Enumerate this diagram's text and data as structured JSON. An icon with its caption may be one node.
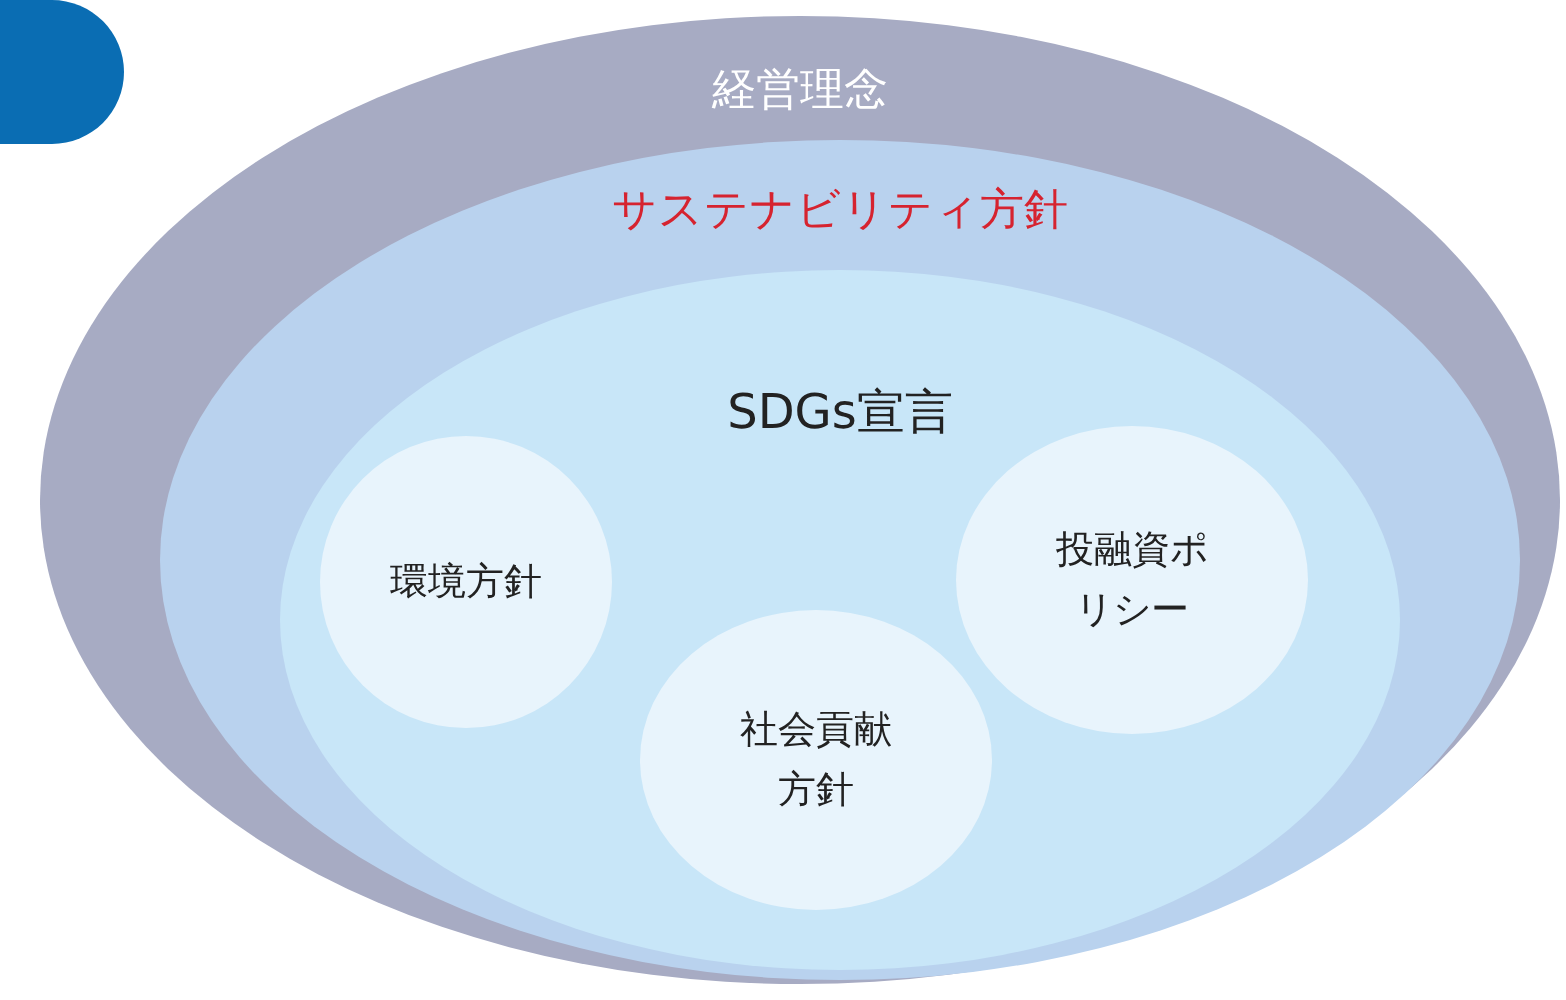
{
  "diagram": {
    "nodes": [
      {
        "text": [
          "経営理念"
        ]
      },
      {
        "text": [
          "サステナビリティ方針"
        ],
        "in": 0
      },
      {
        "text": [
          "SDGs宣言"
        ],
        "in": 1
      },
      {
        "text": [
          "環境方針"
        ],
        "in": 2
      },
      {
        "text": [
          "投融資ポリシー"
        ],
        "in": 2
      },
      {
        "text": [
          "社会貢献方針"
        ],
        "in": 2
      }
    ]
  }
}
